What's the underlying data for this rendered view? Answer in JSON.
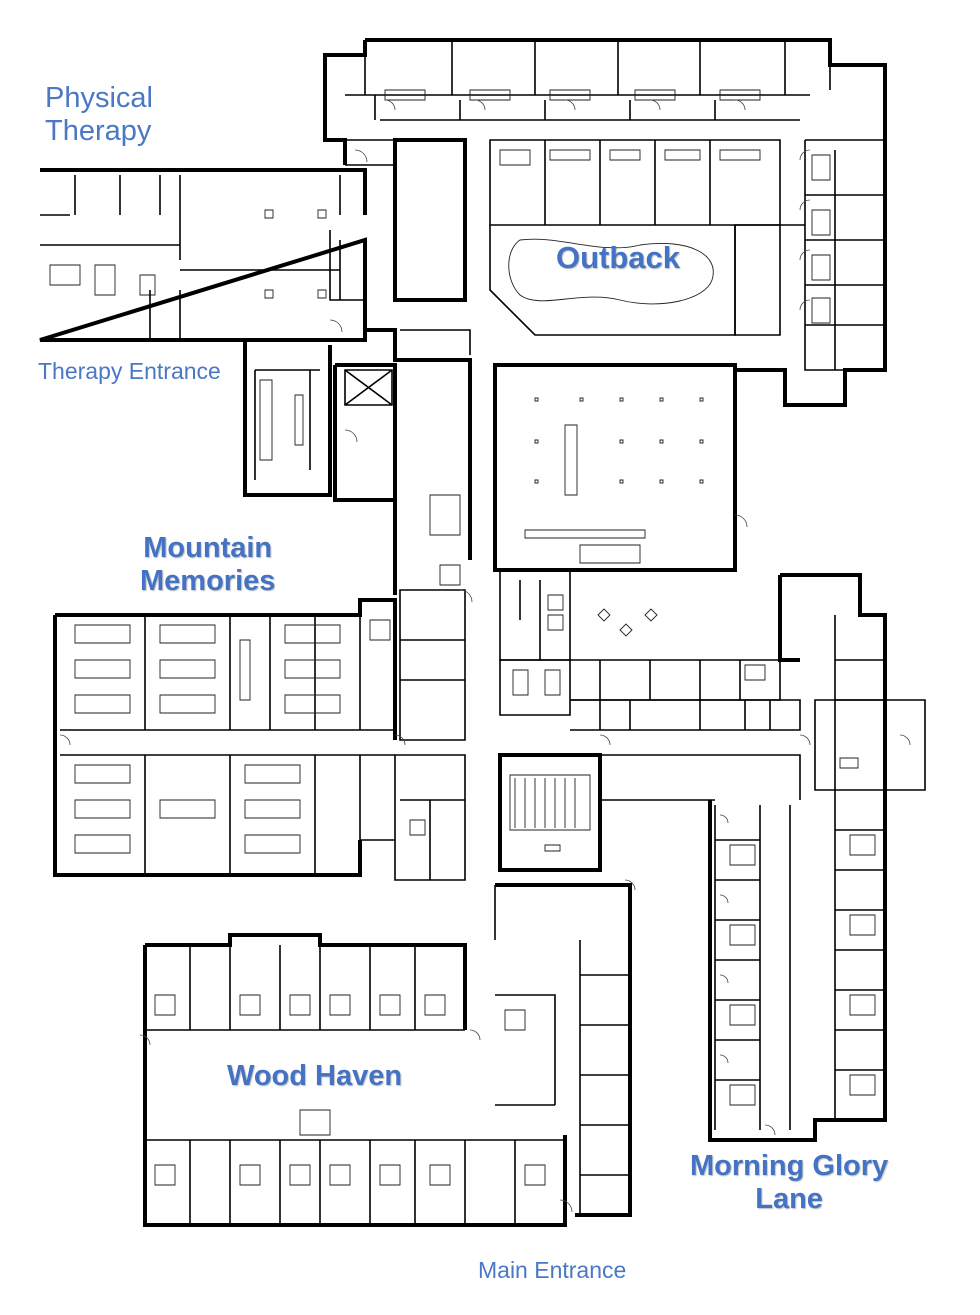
{
  "labels": {
    "physical_therapy": [
      "Physical",
      "Therapy"
    ],
    "therapy_entrance": "Therapy Entrance",
    "outback": "Outback",
    "mountain_memories": [
      "Mountain",
      "Memories"
    ],
    "wood_haven": "Wood Haven",
    "morning_glory_lane": [
      "Morning Glory",
      "Lane"
    ],
    "main_entrance": "Main Entrance"
  },
  "colors": {
    "label_blue": "#4472c4",
    "wall": "#000000",
    "background": "#ffffff"
  }
}
